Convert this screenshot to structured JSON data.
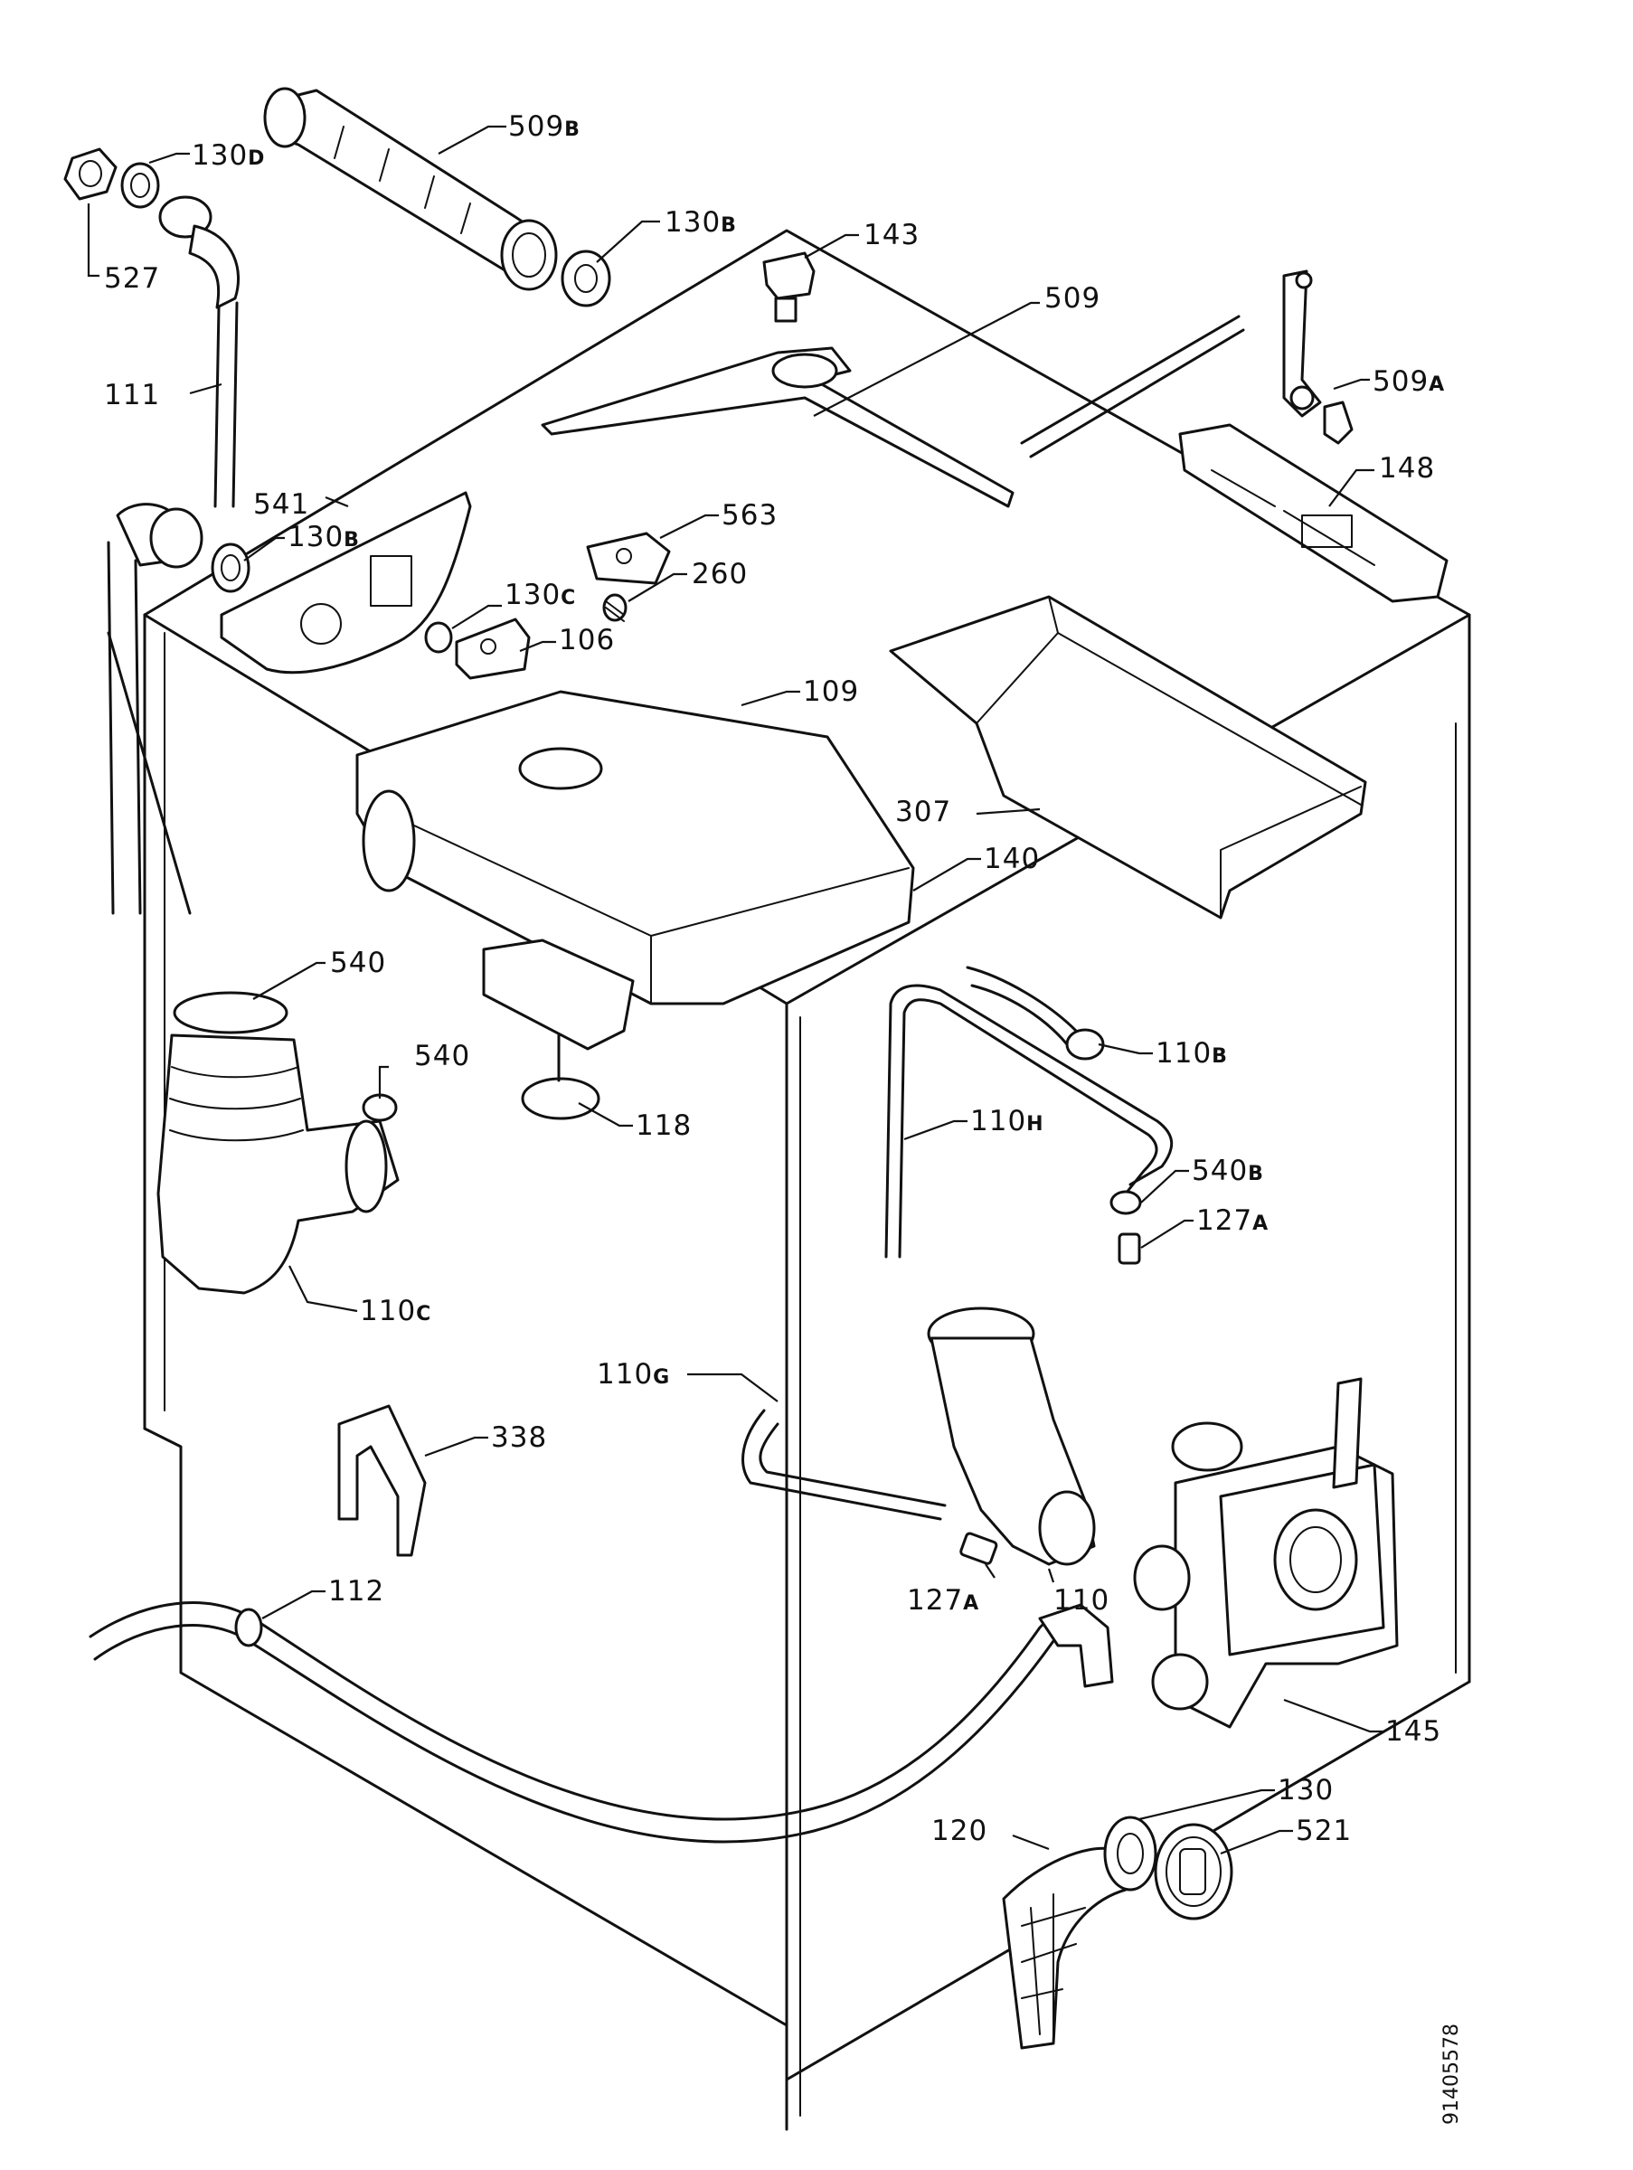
{
  "document_number": "91405578",
  "parts": [
    {
      "id": "p509b",
      "number": "509",
      "suffix": "B"
    },
    {
      "id": "p130d",
      "number": "130",
      "suffix": "D"
    },
    {
      "id": "p527",
      "number": "527",
      "suffix": ""
    },
    {
      "id": "p130b_top",
      "number": "130",
      "suffix": "B"
    },
    {
      "id": "p143",
      "number": "143",
      "suffix": ""
    },
    {
      "id": "p509",
      "number": "509",
      "suffix": ""
    },
    {
      "id": "p509a",
      "number": "509",
      "suffix": "A"
    },
    {
      "id": "p111",
      "number": "111",
      "suffix": ""
    },
    {
      "id": "p148",
      "number": "148",
      "suffix": ""
    },
    {
      "id": "p541",
      "number": "541",
      "suffix": ""
    },
    {
      "id": "p130b_mid",
      "number": "130",
      "suffix": "B"
    },
    {
      "id": "p563",
      "number": "563",
      "suffix": ""
    },
    {
      "id": "p260",
      "number": "260",
      "suffix": ""
    },
    {
      "id": "p130c",
      "number": "130",
      "suffix": "C"
    },
    {
      "id": "p106",
      "number": "106",
      "suffix": ""
    },
    {
      "id": "p109",
      "number": "109",
      "suffix": ""
    },
    {
      "id": "p307",
      "number": "307",
      "suffix": ""
    },
    {
      "id": "p140",
      "number": "140",
      "suffix": ""
    },
    {
      "id": "p540_top",
      "number": "540",
      "suffix": ""
    },
    {
      "id": "p540_mid",
      "number": "540",
      "suffix": ""
    },
    {
      "id": "p110b",
      "number": "110",
      "suffix": "B"
    },
    {
      "id": "p118",
      "number": "118",
      "suffix": ""
    },
    {
      "id": "p110h",
      "number": "110",
      "suffix": "H"
    },
    {
      "id": "p540b",
      "number": "540",
      "suffix": "B"
    },
    {
      "id": "p127a_top",
      "number": "127",
      "suffix": "A"
    },
    {
      "id": "p110c",
      "number": "110",
      "suffix": "C"
    },
    {
      "id": "p110g",
      "number": "110",
      "suffix": "G"
    },
    {
      "id": "p338",
      "number": "338",
      "suffix": ""
    },
    {
      "id": "p127a_bot",
      "number": "127",
      "suffix": "A"
    },
    {
      "id": "p110",
      "number": "110",
      "suffix": ""
    },
    {
      "id": "p112",
      "number": "112",
      "suffix": ""
    },
    {
      "id": "p145",
      "number": "145",
      "suffix": ""
    },
    {
      "id": "p130",
      "number": "130",
      "suffix": ""
    },
    {
      "id": "p120",
      "number": "120",
      "suffix": ""
    },
    {
      "id": "p521",
      "number": "521",
      "suffix": ""
    }
  ]
}
